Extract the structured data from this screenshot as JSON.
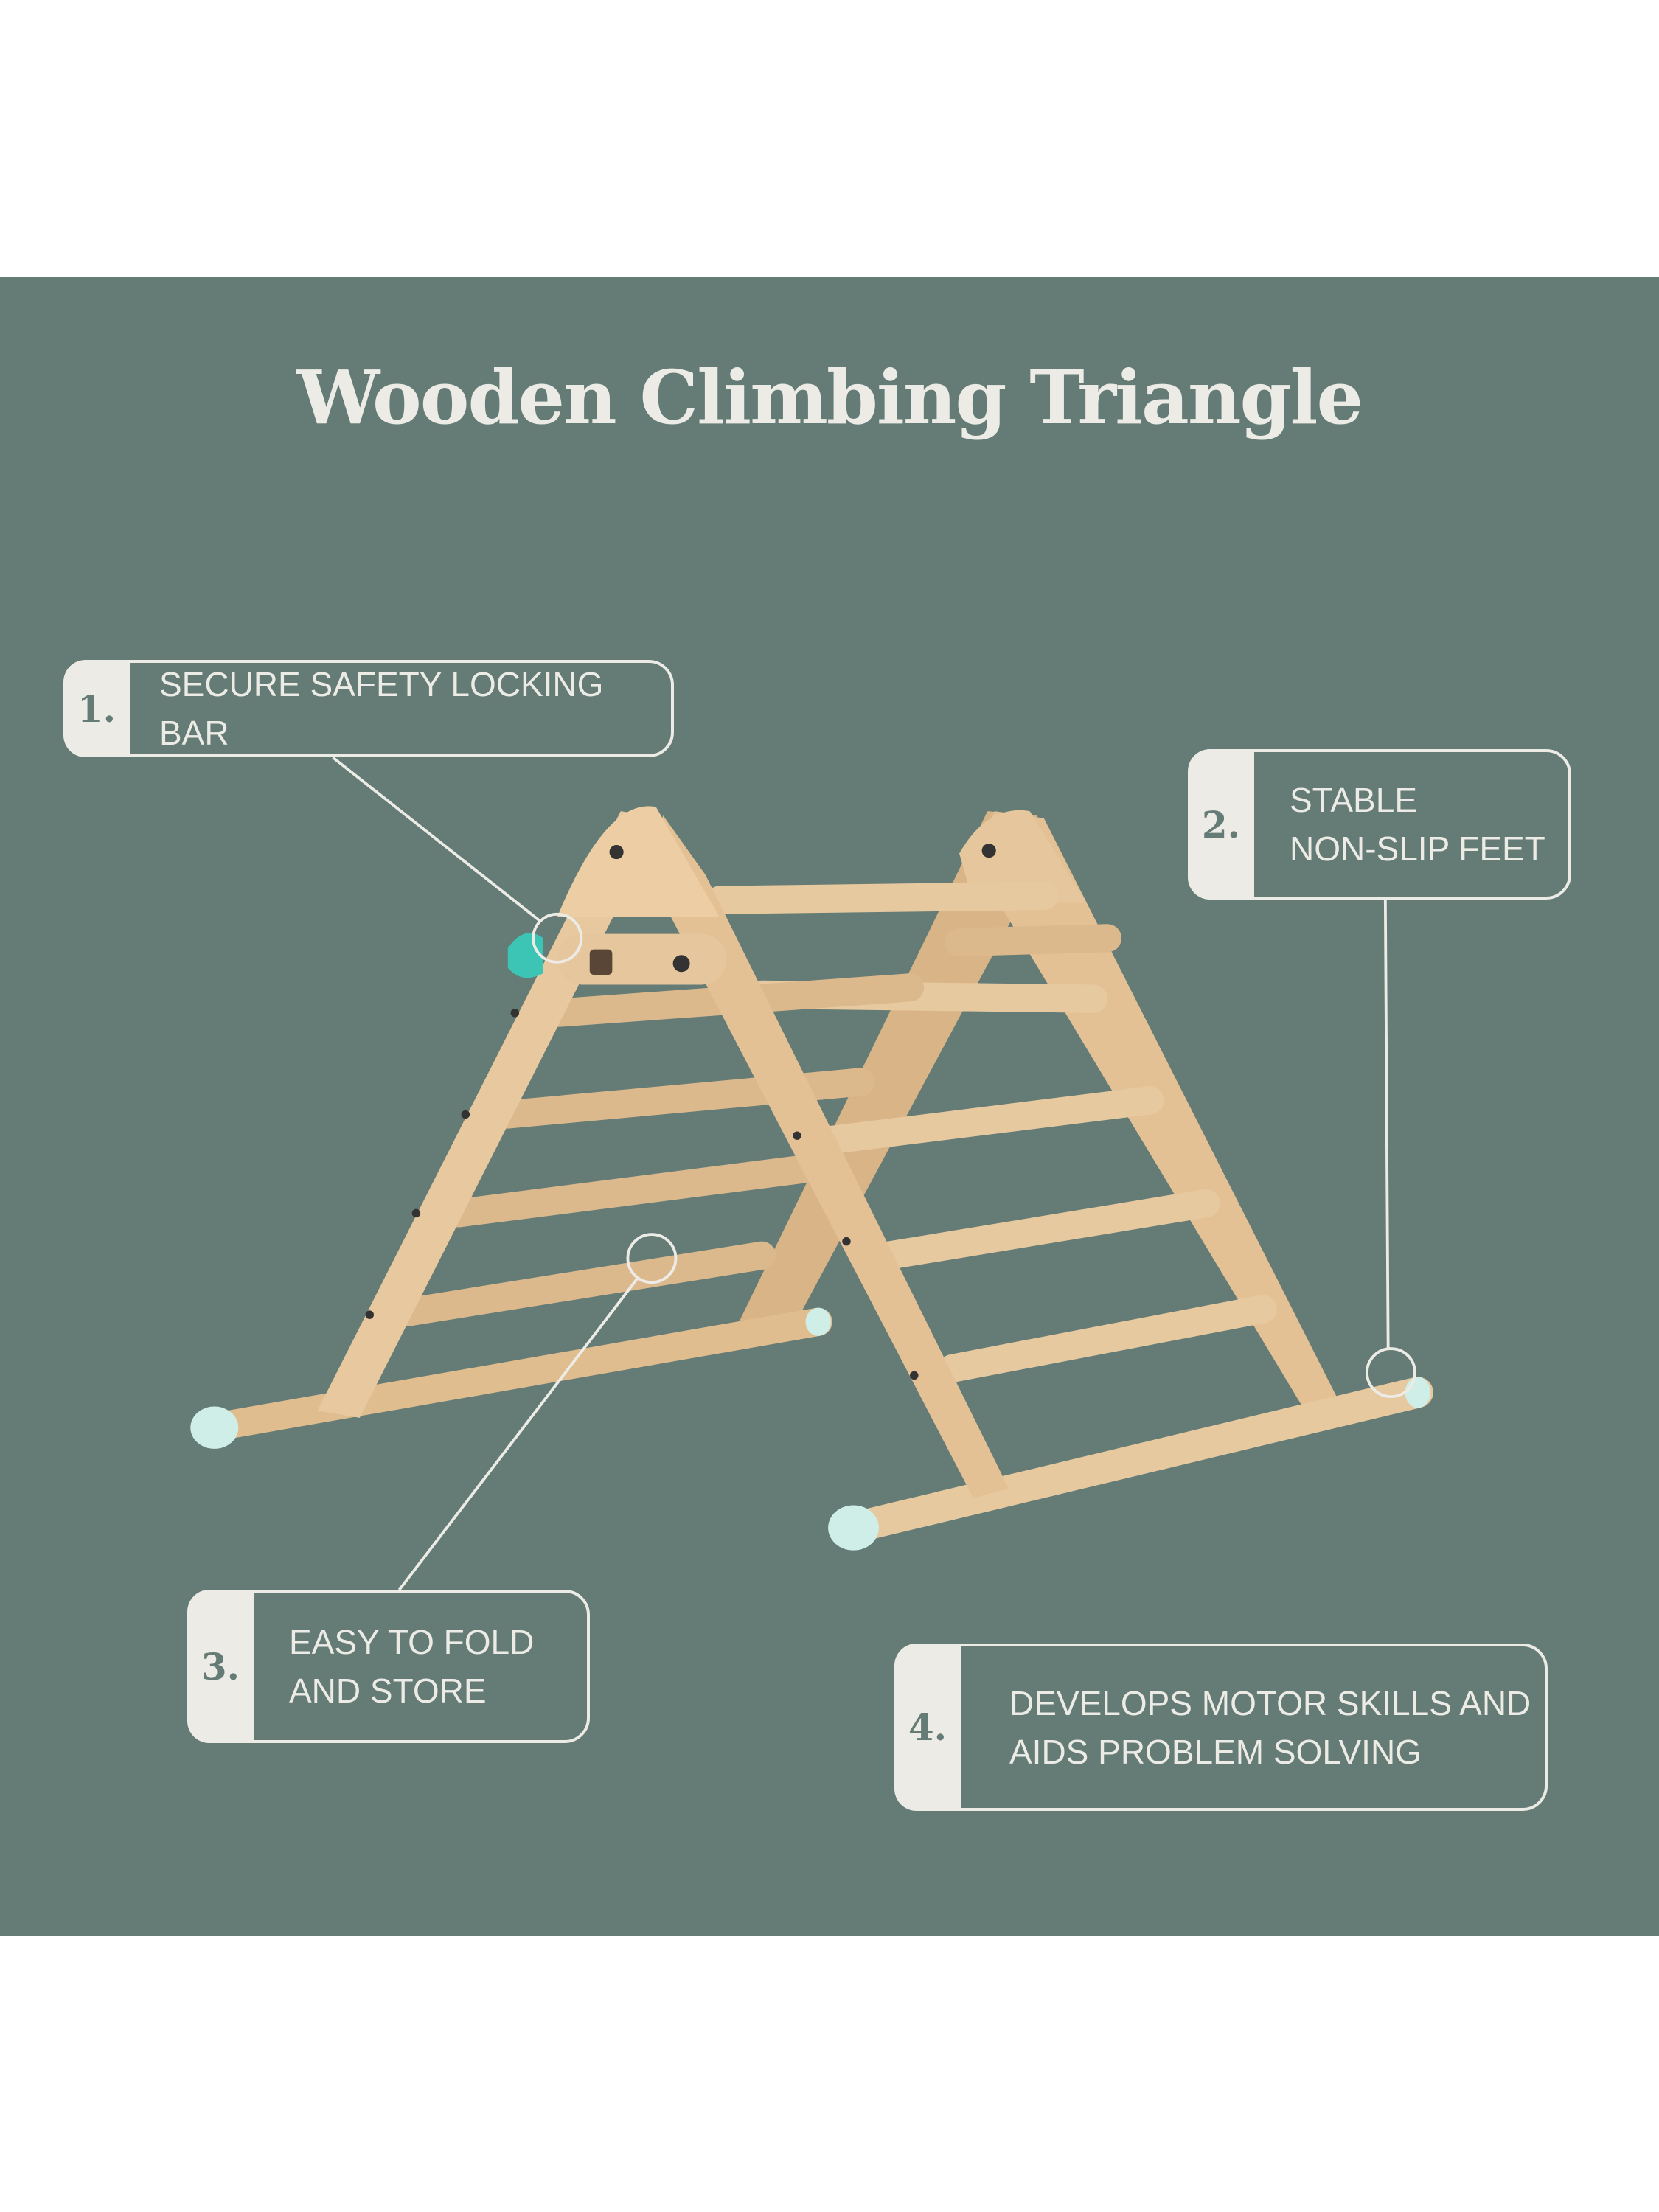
{
  "title": "Wooden Climbing Triangle",
  "colors": {
    "background": "#647b76",
    "accent": "#ecebe5",
    "wood": "#e2bf93",
    "feet": "#cfeee8",
    "lock": "#3cc4b4"
  },
  "features": [
    {
      "number": "1.",
      "lines": [
        "SECURE SAFETY LOCKING BAR"
      ]
    },
    {
      "number": "2.",
      "lines": [
        "STABLE",
        "NON-SLIP FEET"
      ]
    },
    {
      "number": "3.",
      "lines": [
        "EASY TO FOLD",
        "AND STORE"
      ]
    },
    {
      "number": "4.",
      "lines": [
        "DEVELOPS MOTOR SKILLS AND",
        "AIDS PROBLEM SOLVING"
      ]
    }
  ]
}
